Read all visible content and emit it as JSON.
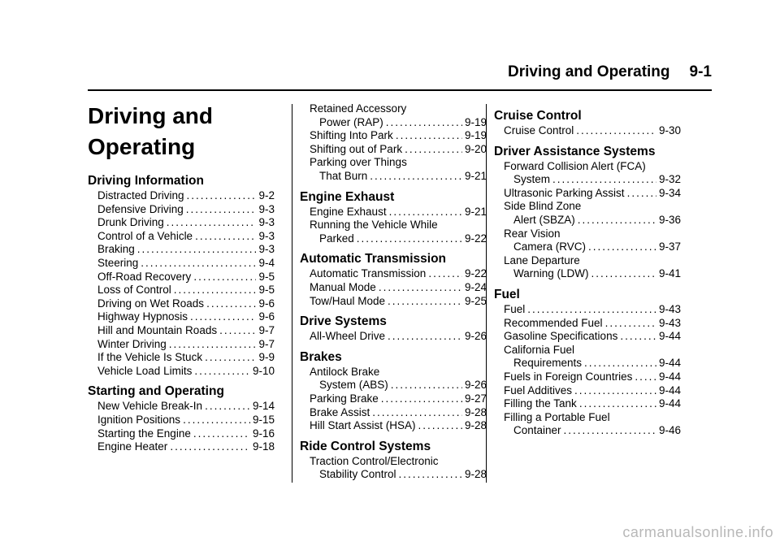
{
  "header": {
    "running_title": "Driving and Operating",
    "page_number": "9-1"
  },
  "chapter_title": "Driving and Operating",
  "columns": [
    {
      "sections": [
        {
          "title": "Driving Information",
          "entries": [
            {
              "lines": [
                "Distracted Driving"
              ],
              "page": "9-2"
            },
            {
              "lines": [
                "Defensive Driving"
              ],
              "page": "9-3"
            },
            {
              "lines": [
                "Drunk Driving"
              ],
              "page": "9-3"
            },
            {
              "lines": [
                "Control of a Vehicle"
              ],
              "page": "9-3"
            },
            {
              "lines": [
                "Braking"
              ],
              "page": "9-3"
            },
            {
              "lines": [
                "Steering"
              ],
              "page": "9-4"
            },
            {
              "lines": [
                "Off-Road Recovery"
              ],
              "page": "9-5"
            },
            {
              "lines": [
                "Loss of Control"
              ],
              "page": "9-5"
            },
            {
              "lines": [
                "Driving on Wet Roads"
              ],
              "page": "9-6"
            },
            {
              "lines": [
                "Highway Hypnosis"
              ],
              "page": "9-6"
            },
            {
              "lines": [
                "Hill and Mountain Roads"
              ],
              "page": "9-7"
            },
            {
              "lines": [
                "Winter Driving"
              ],
              "page": "9-7"
            },
            {
              "lines": [
                "If the Vehicle Is Stuck"
              ],
              "page": "9-9"
            },
            {
              "lines": [
                "Vehicle Load Limits"
              ],
              "page": "9-10"
            }
          ]
        },
        {
          "title": "Starting and Operating",
          "entries": [
            {
              "lines": [
                "New Vehicle Break-In"
              ],
              "page": "9-14"
            },
            {
              "lines": [
                "Ignition Positions"
              ],
              "page": "9-15"
            },
            {
              "lines": [
                "Starting the Engine"
              ],
              "page": "9-16"
            },
            {
              "lines": [
                "Engine Heater"
              ],
              "page": "9-18"
            }
          ]
        }
      ]
    },
    {
      "sections": [
        {
          "title": "",
          "entries": [
            {
              "lines": [
                "Retained Accessory",
                "Power (RAP)"
              ],
              "page": "9-19"
            },
            {
              "lines": [
                "Shifting Into Park"
              ],
              "page": "9-19"
            },
            {
              "lines": [
                "Shifting out of Park"
              ],
              "page": "9-20"
            },
            {
              "lines": [
                "Parking over Things",
                "That Burn"
              ],
              "page": "9-21"
            }
          ]
        },
        {
          "title": "Engine Exhaust",
          "entries": [
            {
              "lines": [
                "Engine Exhaust"
              ],
              "page": "9-21"
            },
            {
              "lines": [
                "Running the Vehicle While",
                "Parked"
              ],
              "page": "9-22"
            }
          ]
        },
        {
          "title": "Automatic Transmission",
          "entries": [
            {
              "lines": [
                "Automatic Transmission"
              ],
              "page": "9-22"
            },
            {
              "lines": [
                "Manual Mode"
              ],
              "page": "9-24"
            },
            {
              "lines": [
                "Tow/Haul Mode"
              ],
              "page": "9-25"
            }
          ]
        },
        {
          "title": "Drive Systems",
          "entries": [
            {
              "lines": [
                "All-Wheel Drive"
              ],
              "page": "9-26"
            }
          ]
        },
        {
          "title": "Brakes",
          "entries": [
            {
              "lines": [
                "Antilock Brake",
                "System (ABS)"
              ],
              "page": "9-26"
            },
            {
              "lines": [
                "Parking Brake"
              ],
              "page": "9-27"
            },
            {
              "lines": [
                "Brake Assist"
              ],
              "page": "9-28"
            },
            {
              "lines": [
                "Hill Start Assist (HSA)"
              ],
              "page": "9-28"
            }
          ]
        },
        {
          "title": "Ride Control Systems",
          "entries": [
            {
              "lines": [
                "Traction Control/Electronic",
                "Stability Control"
              ],
              "page": "9-28"
            }
          ]
        }
      ]
    },
    {
      "sections": [
        {
          "title": "Cruise Control",
          "entries": [
            {
              "lines": [
                "Cruise Control"
              ],
              "page": "9-30"
            }
          ]
        },
        {
          "title": "Driver Assistance Systems",
          "entries": [
            {
              "lines": [
                "Forward Collision Alert (FCA)",
                "System"
              ],
              "page": "9-32"
            },
            {
              "lines": [
                "Ultrasonic Parking Assist"
              ],
              "page": "9-34"
            },
            {
              "lines": [
                "Side Blind Zone",
                "Alert (SBZA)"
              ],
              "page": "9-36"
            },
            {
              "lines": [
                "Rear Vision",
                "Camera (RVC)"
              ],
              "page": "9-37"
            },
            {
              "lines": [
                "Lane Departure",
                "Warning (LDW)"
              ],
              "page": "9-41"
            }
          ]
        },
        {
          "title": "Fuel",
          "entries": [
            {
              "lines": [
                "Fuel"
              ],
              "page": "9-43"
            },
            {
              "lines": [
                "Recommended Fuel"
              ],
              "page": "9-43"
            },
            {
              "lines": [
                "Gasoline Specifications"
              ],
              "page": "9-44"
            },
            {
              "lines": [
                "California Fuel",
                "Requirements"
              ],
              "page": "9-44"
            },
            {
              "lines": [
                "Fuels in Foreign Countries"
              ],
              "page": "9-44"
            },
            {
              "lines": [
                "Fuel Additives"
              ],
              "page": "9-44"
            },
            {
              "lines": [
                "Filling the Tank"
              ],
              "page": "9-44"
            },
            {
              "lines": [
                "Filling a Portable Fuel",
                "Container"
              ],
              "page": "9-46"
            }
          ]
        }
      ]
    }
  ],
  "watermark": "carmanualsonline.info"
}
